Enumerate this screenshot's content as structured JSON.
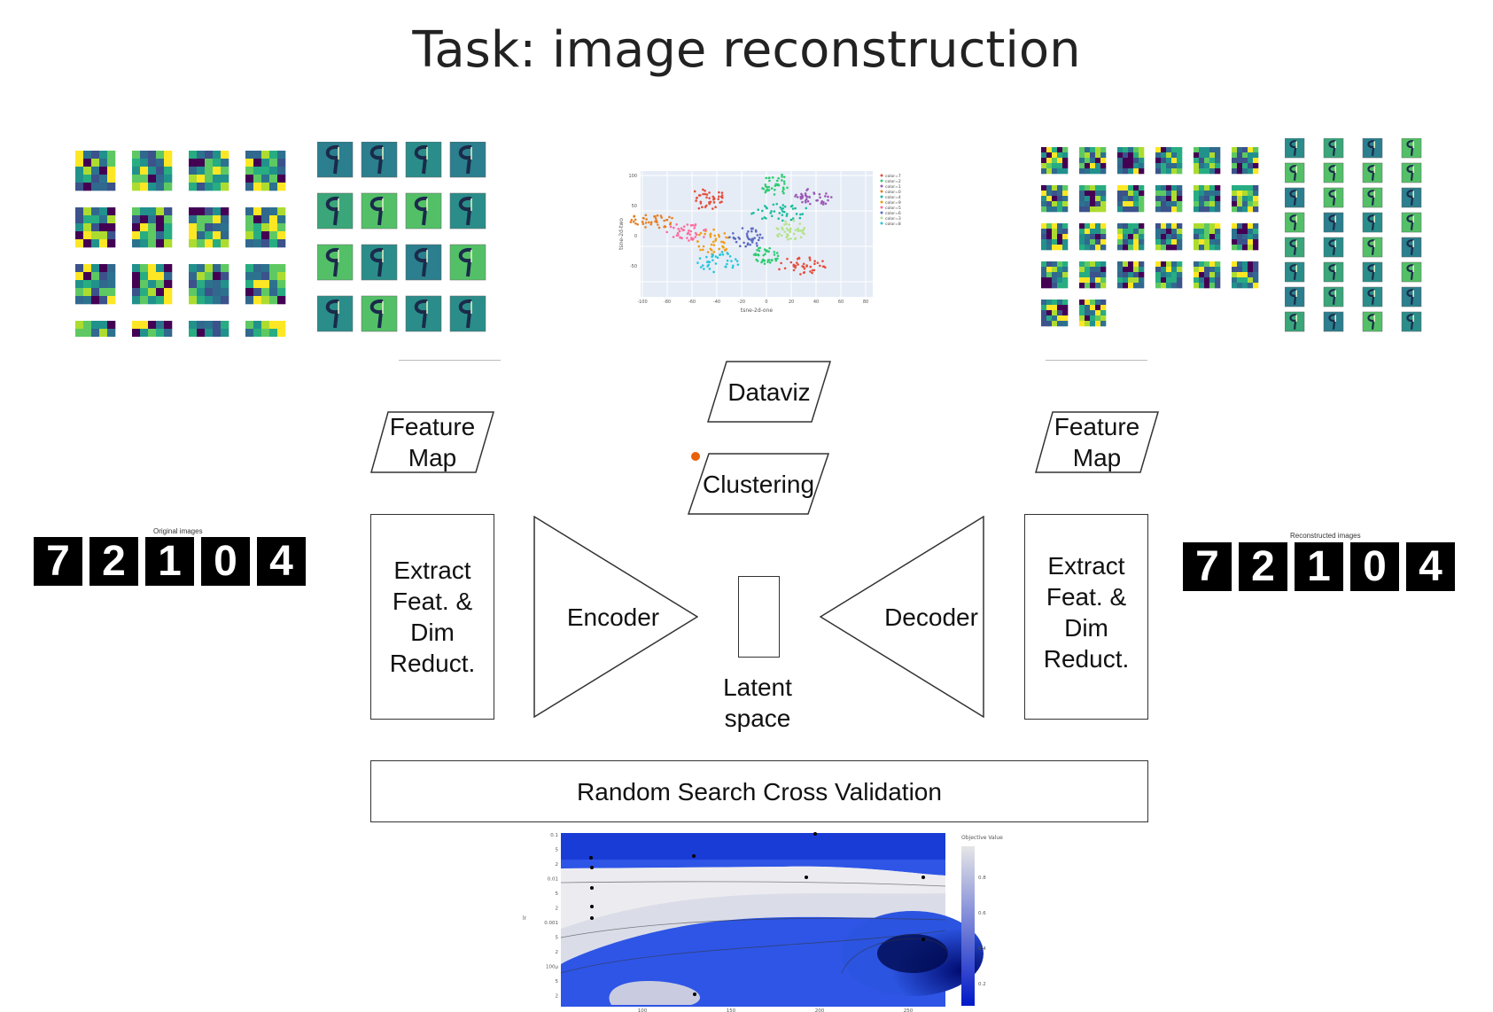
{
  "header": {
    "title": "Task: image reconstruction"
  },
  "left_images": {
    "caption": "Original images",
    "digits": [
      "7",
      "2",
      "1",
      "0",
      "4"
    ]
  },
  "right_images": {
    "caption": "Reconstructed images",
    "digits": [
      "7",
      "2",
      "1",
      "0",
      "4"
    ]
  },
  "diagram": {
    "feature_map_left": "Feature\nMap",
    "feature_map_right": "Feature\nMap",
    "dataviz": "Dataviz",
    "clustering": "Clustering",
    "extract_left": "Extract\nFeat. &\nDim\nReduct.",
    "extract_right": "Extract\nFeat. &\nDim\nReduct.",
    "encoder": "Encoder",
    "decoder": "Decoder",
    "latent": "Latent\nspace",
    "random_search": "Random Search Cross Validation"
  },
  "scatter": {
    "xlabel": "tsne-2d-one",
    "ylabel": "tsne-2d-two",
    "yticks": [
      "100",
      "50",
      "0",
      "-50"
    ],
    "xticks": [
      "-100",
      "-80",
      "-60",
      "-40",
      "-20",
      "0",
      "20",
      "40",
      "60",
      "80"
    ],
    "legend": [
      "color=7",
      "color=2",
      "color=1",
      "color=0",
      "color=4",
      "color=9",
      "color=5",
      "color=6",
      "color=3",
      "color=8"
    ],
    "colors": [
      "#e74c3c",
      "#2ecc71",
      "#9b59b6",
      "#e67e22",
      "#1abc9c",
      "#f39c12",
      "#ff6b9d",
      "#5c6bc0",
      "#b5e28a",
      "#26c6da"
    ]
  },
  "contour": {
    "ylabel": "lr",
    "yticks": [
      "0.1",
      "5",
      "2",
      "0.01",
      "5",
      "2",
      "0.001",
      "5",
      "2",
      "100μ",
      "5",
      "2"
    ],
    "xticks": [
      "100",
      "150",
      "200",
      "250"
    ],
    "colorbar_title": "Objective Value",
    "colorbar_ticks": [
      "0.8",
      "0.6",
      "0.4",
      "0.2"
    ]
  }
}
